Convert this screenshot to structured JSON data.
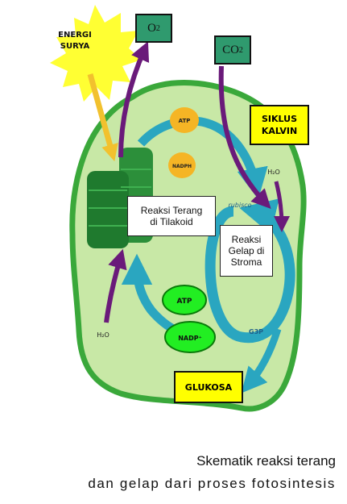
{
  "labels": {
    "sun": [
      "ENERGI",
      "SURYA"
    ],
    "o2": "O",
    "o2_sub": "2",
    "co2": "CO",
    "co2_sub": "2",
    "kalvin": [
      "SIKLUS",
      "KALVIN"
    ],
    "atp_top": "ATP",
    "nadph_top": "NADPH",
    "h2o_right": "H₂O",
    "rubisco": "rubisco",
    "reaksi_terang": [
      "Reaksi Terang",
      "di Tilakoid"
    ],
    "reaksi_gelap": [
      "Reaksi",
      "Gelap di",
      "Stroma"
    ],
    "atp_bottom": "ATP",
    "nadp_bottom": "NADP⁺",
    "g3p": "G3P",
    "h2o_left": "H₂O",
    "glukosa": "GLUKOSA"
  },
  "caption": {
    "line1": "Skematik reaksi terang",
    "line2": "dan gelap dari proses fotosintesis"
  },
  "colors": {
    "cell_fill": "#c8e8a6",
    "cell_border": "#3aa83a",
    "grana": "#1f7a2e",
    "cycle": "#2aa6c0",
    "purple_arrow": "#6a1a7a",
    "sun": "#ffff33",
    "orange_molecule": "#f5b525",
    "green_molecule": "#22ee22"
  }
}
